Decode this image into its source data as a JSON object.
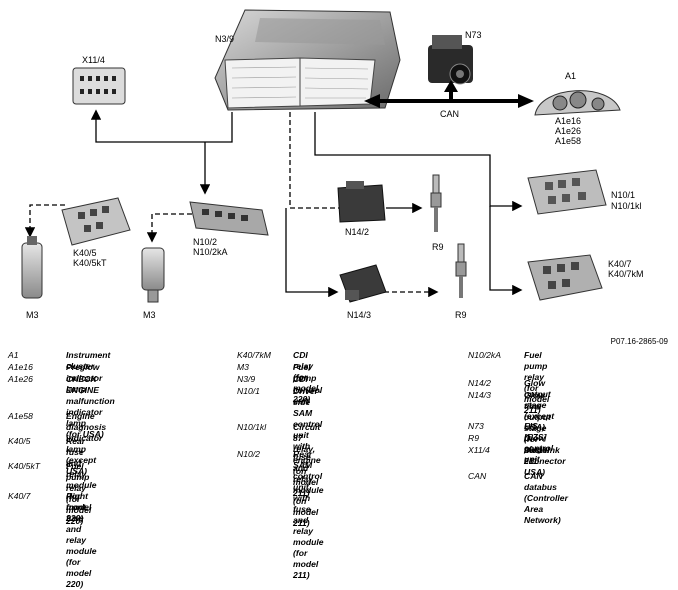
{
  "diagram": {
    "labels": {
      "n3_9": "N3/9",
      "n73": "N73",
      "x11_4": "X11/4",
      "a1": "A1",
      "a1_sub": [
        "A1e16",
        "A1e26",
        "A1e58"
      ],
      "can": "CAN",
      "n10_1": [
        "N10/1",
        "N10/1kl"
      ],
      "n14_2": "N14/2",
      "r9_top": "R9",
      "k40_5": [
        "K40/5",
        "K40/5kT"
      ],
      "n10_2": [
        "N10/2",
        "N10/2kA"
      ],
      "m3_left": "M3",
      "m3_mid": "M3",
      "n14_3": "N14/3",
      "r9_bottom": "R9",
      "k40_7": [
        "K40/7",
        "K40/7kM"
      ]
    }
  },
  "reference_code": "P07.16-2865-09",
  "legend": {
    "col1": [
      {
        "code": "A1",
        "desc": "Instrument cluster"
      },
      {
        "code": "A1e16",
        "desc": "Preglow indicator lamp"
      },
      {
        "code": "A1e26",
        "desc": "CHECK ENGINE malfunction\nindicator lamp\n(for USA)"
      },
      {
        "code": "A1e58",
        "desc": "Engine diagnosis indicator\nlamp (except USA)"
      },
      {
        "code": "K40/5",
        "desc": "Rear fuse and relay module\n(for model 220)"
      },
      {
        "code": "K40/5kT",
        "desc": "Fuel pump relay\n(for model 220)"
      },
      {
        "code": "K40/7",
        "desc": "Right front fuse and relay\nmodule (for model 220)"
      }
    ],
    "col2": [
      {
        "code": "K40/7kM",
        "desc": "CDI relay (for model 220)"
      },
      {
        "code": "M3",
        "desc": "Fuel pump"
      },
      {
        "code": "N3/9",
        "desc": "CDI control unit"
      },
      {
        "code": "N10/1",
        "desc": "Driver-side SAM control unit\nwith fuse and relay module\n(on model 211)"
      },
      {
        "code": "N10/1kl",
        "desc": "Circuit 87 relay, engine\n(on model 211)"
      },
      {
        "code": "N10/2",
        "desc": "Rear SAM control unit with\nfuse and relay module\n(for model 211)"
      }
    ],
    "col3": [
      {
        "code": "N10/2kA",
        "desc": "Fuel pump relay\n(for model 211)"
      },
      {
        "code": "N14/2",
        "desc": "Glow output stage (except USA)"
      },
      {
        "code": "N14/3",
        "desc": "Glow time output stage\n(for model 211 USA)"
      },
      {
        "code": "N73",
        "desc": "EIS [EZS] control unit"
      },
      {
        "code": "R9",
        "desc": "Glow plugs"
      },
      {
        "code": "X11/4",
        "desc": "Data link connector"
      },
      {
        "code": "CAN",
        "desc": "CAN databus\n(Controller Area Network)"
      }
    ]
  }
}
